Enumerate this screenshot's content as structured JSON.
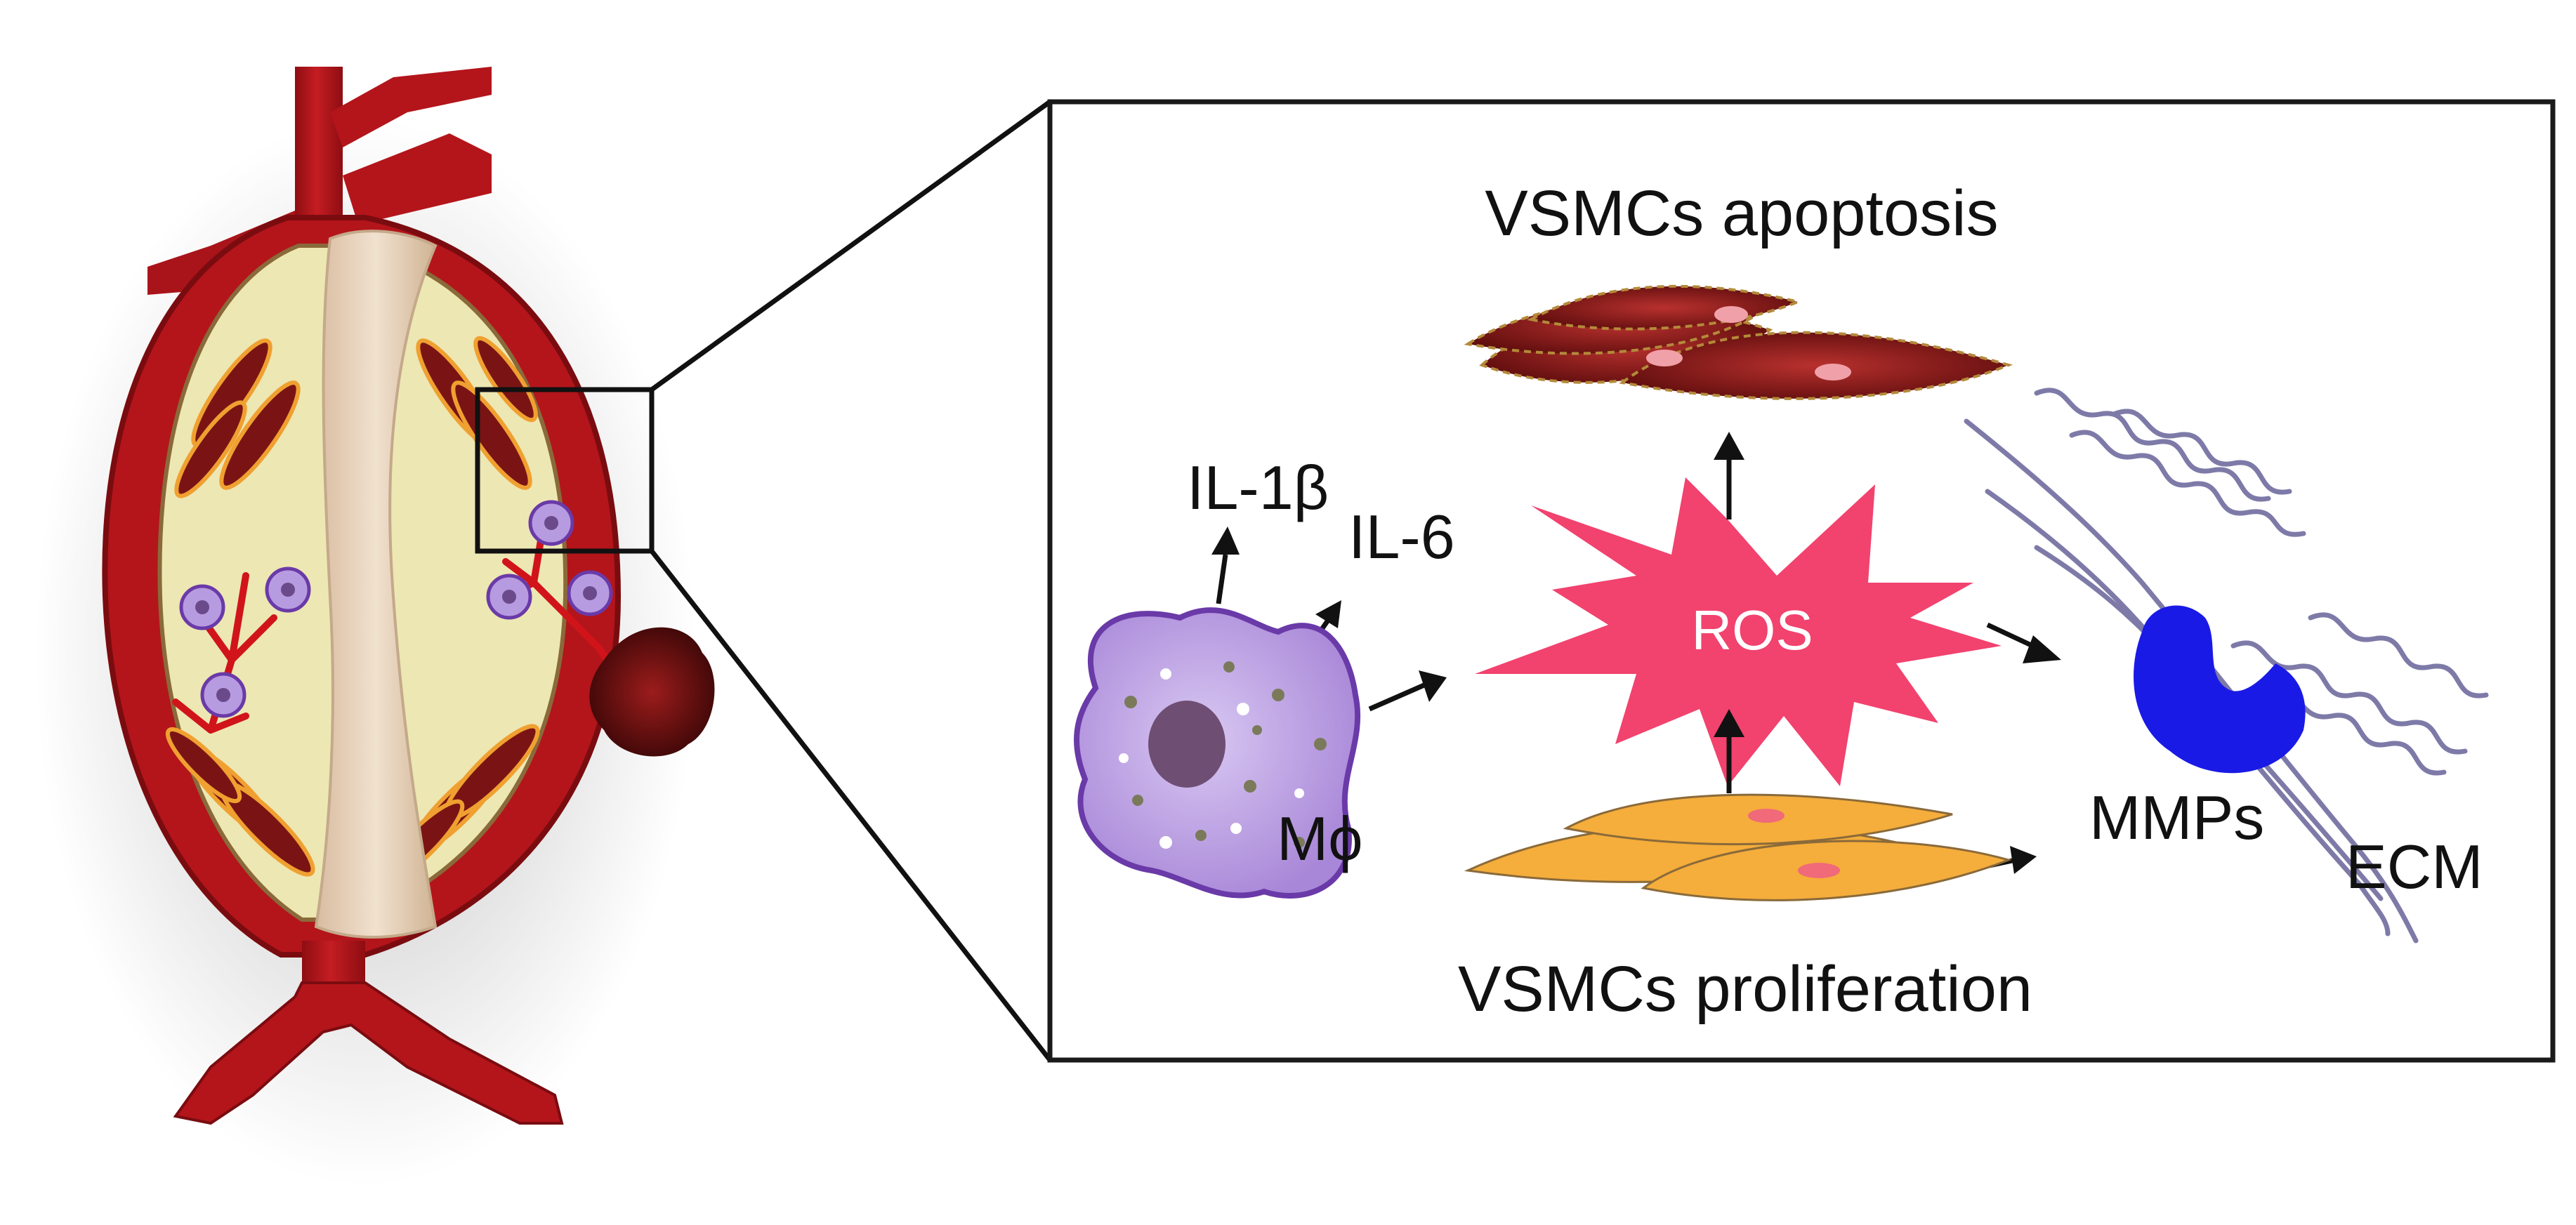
{
  "labels": {
    "apoptosis": "VSMCs apoptosis",
    "proliferation": "VSMCs proliferation",
    "ros": "ROS",
    "il1b": "IL-1β",
    "il6": "IL-6",
    "macrophage": "Mϕ",
    "mmps": "MMPs",
    "ecm": "ECM"
  },
  "colors": {
    "artery": "#b3151b",
    "aneurysm_fill": "#ede7b3",
    "lumen": "#e6d2bc",
    "ros_burst": "#f2426e",
    "vsmc_apoptotic": "#7a1414",
    "vsmc_proliferating": "#f5ad3b",
    "macrophage": "#b79be0",
    "macrophage_border": "#6a3aa8",
    "mmp": "#1a1ae6",
    "ecm_fiber": "#7e7aa8",
    "box_border": "#1a1a1a"
  },
  "icons": [
    "aorta-aneurysm-illustration",
    "macrophage-icon",
    "ros-burst-icon",
    "apoptotic-vsmc-icon",
    "proliferating-vsmc-icon",
    "mmp-icon",
    "ecm-fiber-icon"
  ]
}
